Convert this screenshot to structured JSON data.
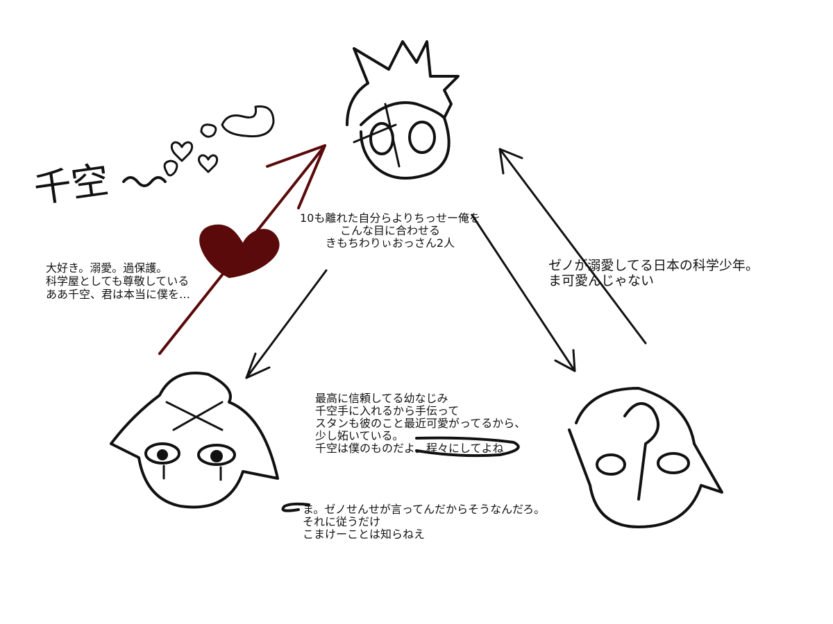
{
  "title": {
    "name_text": "千空",
    "tilde": "〜"
  },
  "notes": {
    "top": "10も離れた自分らよりちっせー俺を\nこんな目に合わせる\nきもちわりぃおっさん2人",
    "left": "大好き。溺愛。過保護。\n科学屋としても尊敬している\nああ千空、君は本当に僕を…",
    "right": "ゼノが溺愛してる日本の科学少年。\nま可愛んじゃない",
    "middle": "最高に信頼してる幼なじみ\n千空手に入れるから手伝って\nスタンも彼のこと最近可愛がってるから、\n少し妬いている。\n千空は僕のものだよ。程々にしてよね",
    "bottom": "ま。ゼノせんせが言ってんだからそうなんだろ。\nそれに従うだけ\nこまけーことは知らねえ"
  },
  "colors": {
    "ink": "#111111",
    "heart": "#5a0a0a",
    "background": "#ffffff"
  }
}
